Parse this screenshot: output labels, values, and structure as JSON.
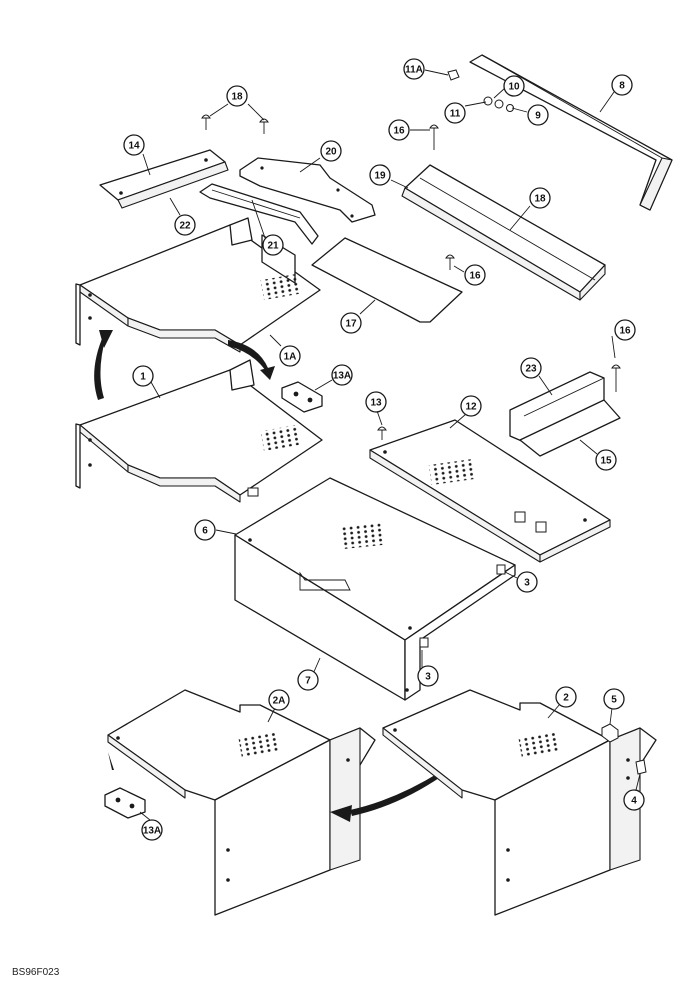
{
  "figure": {
    "id_label": "BS96F023"
  },
  "callouts": {
    "c11a_top": "11A",
    "c10": "10",
    "c8": "8",
    "c11": "11",
    "c9": "9",
    "c16_top": "16",
    "c18_left": "18",
    "c14": "14",
    "c20": "20",
    "c19": "19",
    "c18_right": "18",
    "c22": "22",
    "c21": "21",
    "c16_mid": "16",
    "c17": "17",
    "c1a": "1A",
    "c1": "1",
    "c13a_top": "13A",
    "c16_right": "16",
    "c23": "23",
    "c13": "13",
    "c12": "12",
    "c15": "15",
    "c6": "6",
    "c3_a": "3",
    "c3_b": "3",
    "c7": "7",
    "c2a": "2A",
    "c2": "2",
    "c5": "5",
    "c4": "4",
    "c13a_bottom": "13A"
  }
}
